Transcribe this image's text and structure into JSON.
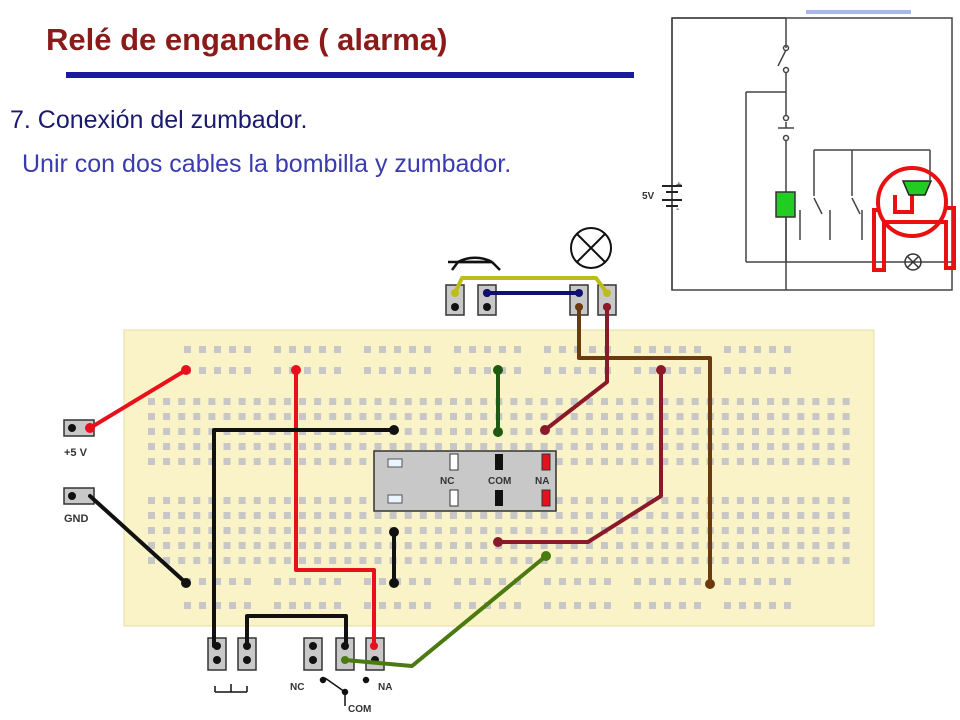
{
  "title": "Relé de enganche ( alarma)",
  "step": "7. Conexión  del zumbador.",
  "instruction": "Unir con dos cables la bombilla y zumbador.",
  "labels": {
    "supply_plus": "+5 V",
    "ground": "GND",
    "relay_nc": "NC",
    "relay_com": "COM",
    "relay_na": "NA",
    "switch_nc": "NC",
    "switch_na": "NA",
    "switch_com": "COM",
    "battery": "5V"
  },
  "colors": {
    "title": "#8b1a1a",
    "title_bar": "#1a1a9e",
    "text": "#3b3bb0",
    "breadboard": "#fbf3c8",
    "wire_red": "#e8101a",
    "wire_black": "#111111",
    "wire_green": "#1e5a12",
    "wire_olive": "#4a7a10",
    "wire_brown": "#6b3a0e",
    "wire_maroon": "#8a1a2a",
    "wire_navy": "#10106e",
    "wire_yellow": "#bdbd1a",
    "highlight": "#e81010"
  },
  "icons": [
    "buzzer-icon",
    "lamp-icon",
    "battery-icon",
    "relay-coil-icon",
    "push-button-icon",
    "switch-icon"
  ]
}
